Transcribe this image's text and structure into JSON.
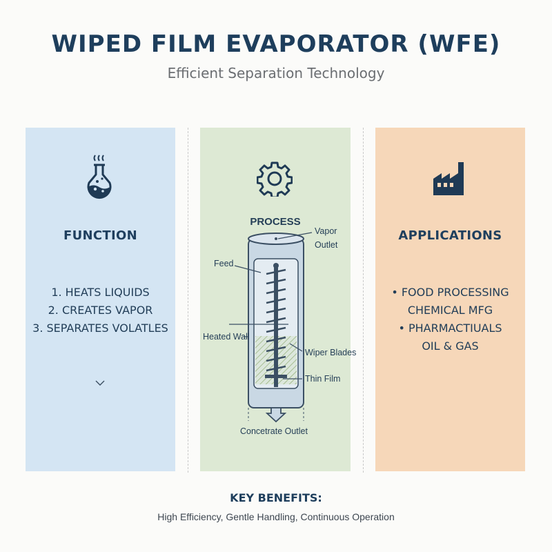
{
  "header": {
    "title": "WIPED FILM EVAPORATOR (WFE)",
    "subtitle": "Efficient Separation Technology"
  },
  "function_panel": {
    "icon": "flask-icon",
    "heading": "FUNCTION",
    "items": [
      "1. HEATS LIQUIDS",
      "2. CREATES VAPOR",
      "3. SEPARATES VOLATLES"
    ],
    "expand_icon": "chevron-down-icon",
    "color": "#d4e5f3"
  },
  "process_panel": {
    "icon": "gear-icon",
    "heading": "PROCESS",
    "labels": {
      "vapor_outlet_line1": "Vapor",
      "vapor_outlet_line2": "Outlet",
      "feed": "Feed",
      "heated_wall": "Heated Wall",
      "wiper_blades": "Wiper Blades",
      "thin_film": "Thin Film",
      "concentrate_outlet": "Concetrate Outlet"
    },
    "color": "#dde9d4"
  },
  "applications_panel": {
    "icon": "factory-icon",
    "heading": "APPLICATIONS",
    "items": [
      "• FOOD PROCESSING",
      "CHEMICAL MFG",
      "• PHARMACTIUALS",
      "OIL & GAS"
    ],
    "color": "#f6d7b9"
  },
  "footer": {
    "title": "KEY BENEFITS:",
    "text": "High Efficiency, Gentle Handling, Continuous Operation"
  }
}
